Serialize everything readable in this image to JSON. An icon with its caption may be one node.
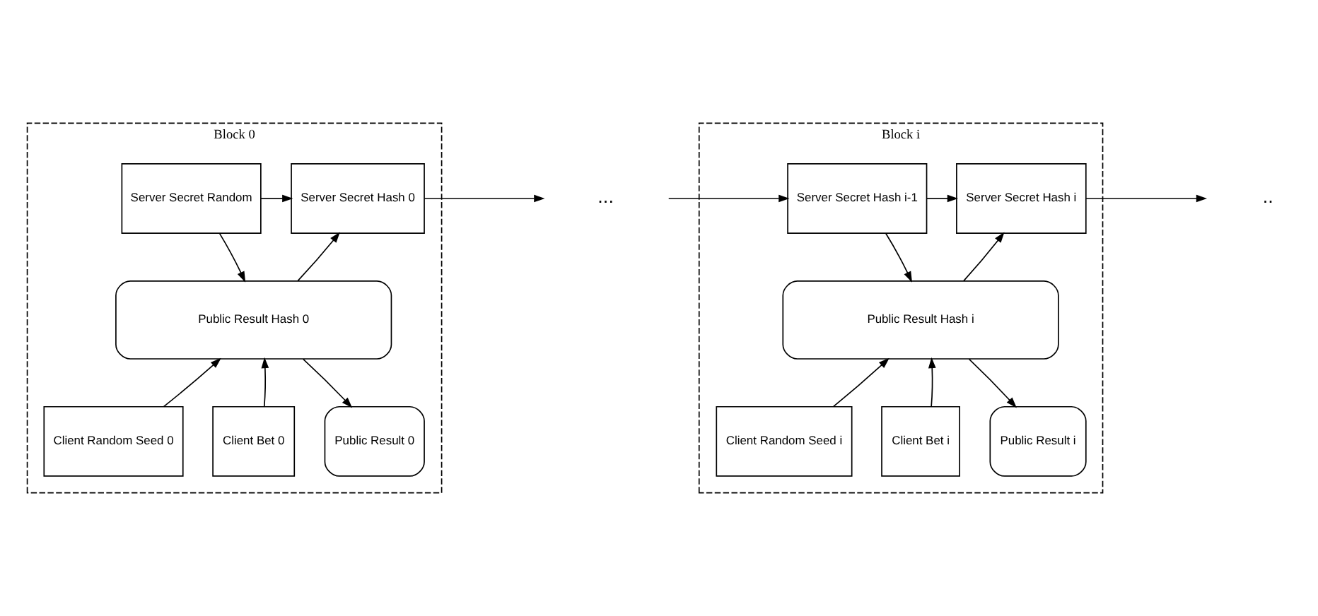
{
  "diagram": {
    "nodes": [
      {
        "text": [
          "Block 0"
        ]
      },
      {
        "text": [
          "Server Secret Random"
        ],
        "in": 0
      },
      {
        "text": [
          "Server Secret Hash 0"
        ],
        "in": 0
      },
      {
        "text": [
          "Public Result Hash 0"
        ],
        "in": 0
      },
      {
        "text": [
          "Client Random Seed 0"
        ],
        "in": 0
      },
      {
        "text": [
          "Client Bet 0"
        ],
        "in": 0
      },
      {
        "text": [
          "Public Result 0"
        ],
        "in": 0
      },
      {
        "text": [
          "Block i"
        ]
      },
      {
        "text": [
          "Server Secret Hash i-1"
        ],
        "in": 7
      },
      {
        "text": [
          "Server Secret Hash i"
        ],
        "in": 7
      },
      {
        "text": [
          "Public Result Hash i"
        ],
        "in": 7
      },
      {
        "text": [
          "Client Random Seed i"
        ],
        "in": 7
      },
      {
        "text": [
          "Client Bet i"
        ],
        "in": 7
      },
      {
        "text": [
          "Public Result i"
        ],
        "in": 7
      }
    ],
    "edges": [
      {
        "from": 1,
        "to": 2,
        "arrow": "to"
      },
      {
        "from": 1,
        "to": 3,
        "arrow": "to"
      },
      {
        "from": 3,
        "to": 2,
        "arrow": "to"
      },
      {
        "from": 4,
        "to": 3,
        "arrow": "to"
      },
      {
        "from": 5,
        "to": 3,
        "arrow": "to"
      },
      {
        "from": 3,
        "to": 6,
        "arrow": "to"
      },
      {
        "from": 2,
        "to": null,
        "arrow": "to"
      },
      {
        "from": null,
        "to": 8,
        "arrow": "to"
      },
      {
        "from": 8,
        "to": 9,
        "arrow": "to"
      },
      {
        "from": 8,
        "to": 10,
        "arrow": "to"
      },
      {
        "from": 10,
        "to": 9,
        "arrow": "to"
      },
      {
        "from": 11,
        "to": 10,
        "arrow": "to"
      },
      {
        "from": 12,
        "to": 10,
        "arrow": "to"
      },
      {
        "from": 10,
        "to": 13,
        "arrow": "to"
      },
      {
        "from": 9,
        "to": null,
        "arrow": "to"
      }
    ],
    "labels": [
      "...",
      ".."
    ]
  }
}
